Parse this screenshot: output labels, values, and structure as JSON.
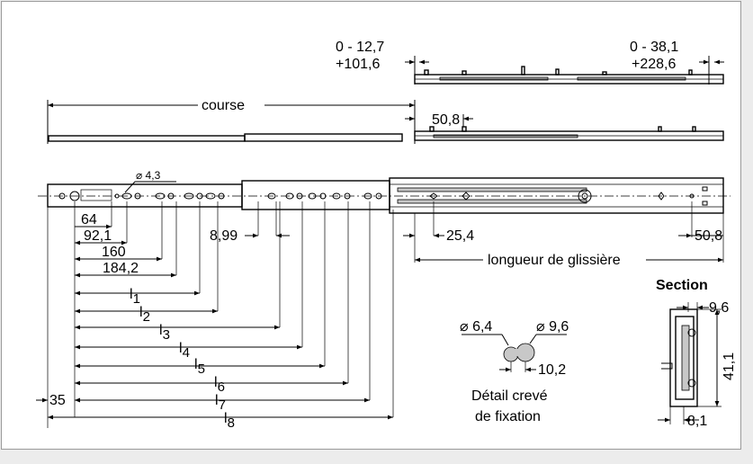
{
  "labels": {
    "front_travel_min": "0 - 12,7",
    "front_travel_max": "+101,6",
    "rear_travel_min": "0 - 38,1",
    "rear_travel_max": "+228,6",
    "course": "course",
    "dim_50_8_top": "50,8",
    "dia_4_3": "⌀ 4,3",
    "dim_64": "64",
    "dim_92_1": "92,1",
    "dim_160": "160",
    "dim_184_2": "184,2",
    "dim_8_99": "8,99",
    "dim_25_4": "25,4",
    "dim_50_8_right": "50,8",
    "longueur": "longueur de glissière",
    "dim_35": "35",
    "l1": "l",
    "l1_sub": "1",
    "l2": "l",
    "l2_sub": "2",
    "l3": "l",
    "l3_sub": "3",
    "l4": "l",
    "l4_sub": "4",
    "l5": "l",
    "l5_sub": "5",
    "l6": "l",
    "l6_sub": "6",
    "l7": "l",
    "l7_sub": "7",
    "l8": "l",
    "l8_sub": "8",
    "dia_6_4": "⌀ 6,4",
    "dia_9_6": "⌀ 9,6",
    "dim_10_2": "10,2",
    "detail_line1": "Détail crevé",
    "detail_line2": "de fixation",
    "section": "Section",
    "sec_9_6": "9,6",
    "sec_41_1": "41,1",
    "sec_8_1": "8,1"
  }
}
